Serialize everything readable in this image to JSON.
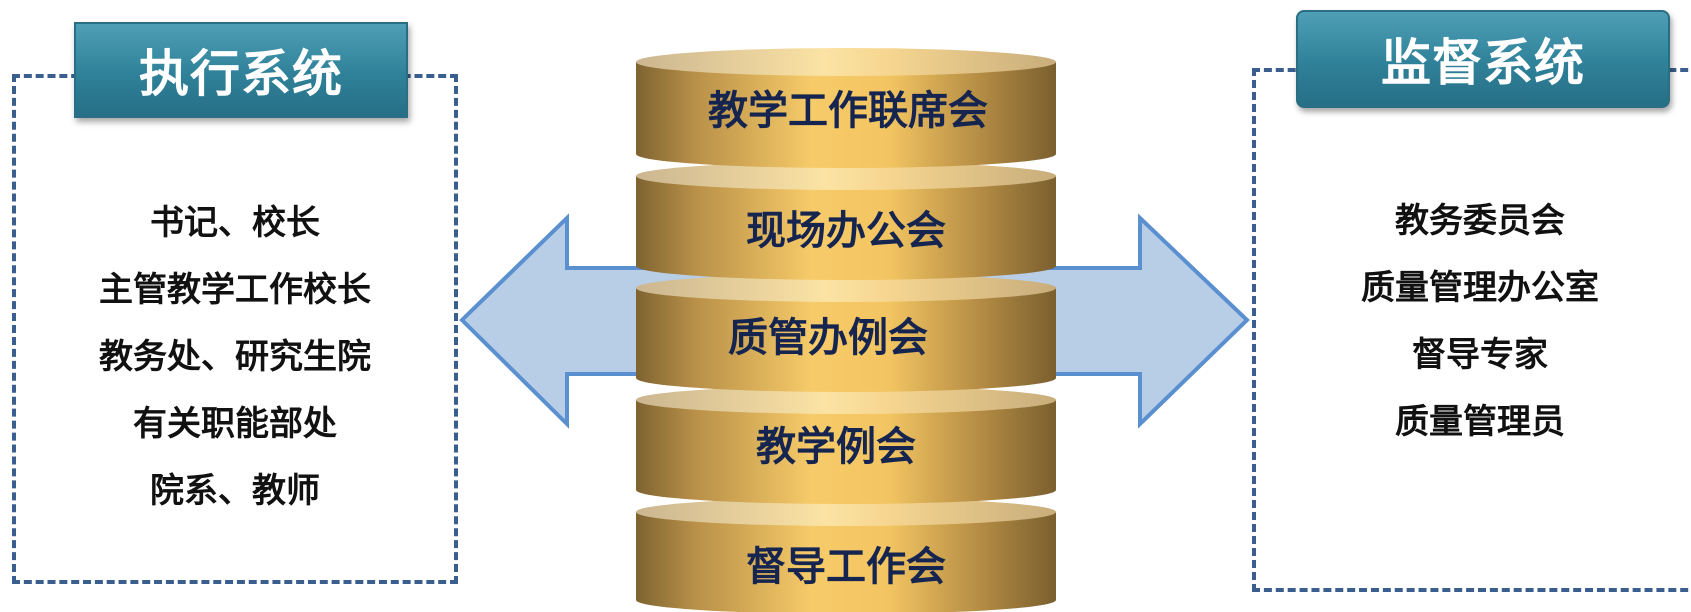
{
  "left_system": {
    "title": "执行系统",
    "items": [
      "书记、校长",
      "主管教学工作校长",
      "教务处、研究生院",
      "有关职能部处",
      "院系、教师"
    ]
  },
  "right_system": {
    "title": "监督系统",
    "items": [
      "教务委员会",
      "质量管理办公室",
      "督导专家",
      "质量管理员"
    ]
  },
  "meetings": [
    "教学工作联席会",
    "现场办公会",
    "质管办例会",
    "教学例会",
    "督导工作会"
  ],
  "colors": {
    "title_fill": "#2f8199",
    "panel_border": "#3a5f8e",
    "arrow_fill": "#b8cde6",
    "arrow_stroke": "#5a8fd0",
    "cylinder_gold": "#f3c562",
    "label_color": "#15254f"
  }
}
